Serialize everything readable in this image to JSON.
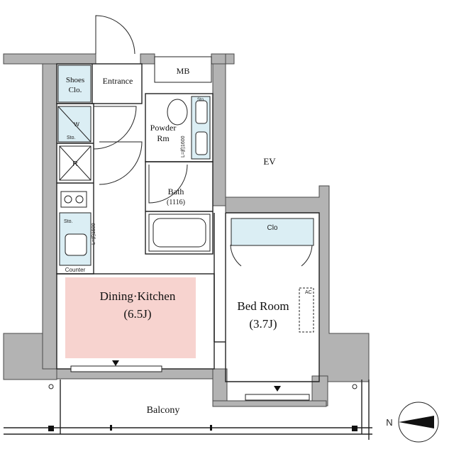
{
  "colors": {
    "wall": "#b3b3b3",
    "wall_stroke": "#4a4a4a",
    "line": "#222222",
    "fixture_fill": "#dbeef4",
    "dining_fill": "#f7d3cf",
    "background": "#ffffff"
  },
  "rooms": {
    "shoes_line1": "Shoes",
    "shoes_line2": "Clo.",
    "entrance": "Entrance",
    "mb": "MB",
    "powder_line1": "Powder",
    "powder_line2": "Rm",
    "ev": "EV",
    "bath": "Bath",
    "bath_size": "(1116)",
    "dining": "Dining·Kitchen",
    "dining_size": "(6.5J)",
    "bed": "Bed Room",
    "bed_size": "(3.7J)",
    "balcony": "Balcony"
  },
  "fixtures": {
    "refrigerator": "R",
    "counter": "Counter",
    "closet": "Clo",
    "storage_abbr": "Sto.",
    "washer": "W",
    "aircon": "AC",
    "ceiling_height_1": "L=約1500",
    "ceiling_height_2": "L=約1600"
  },
  "compass": {
    "letter": "N",
    "icon": "compass-north-arrow-icon"
  }
}
